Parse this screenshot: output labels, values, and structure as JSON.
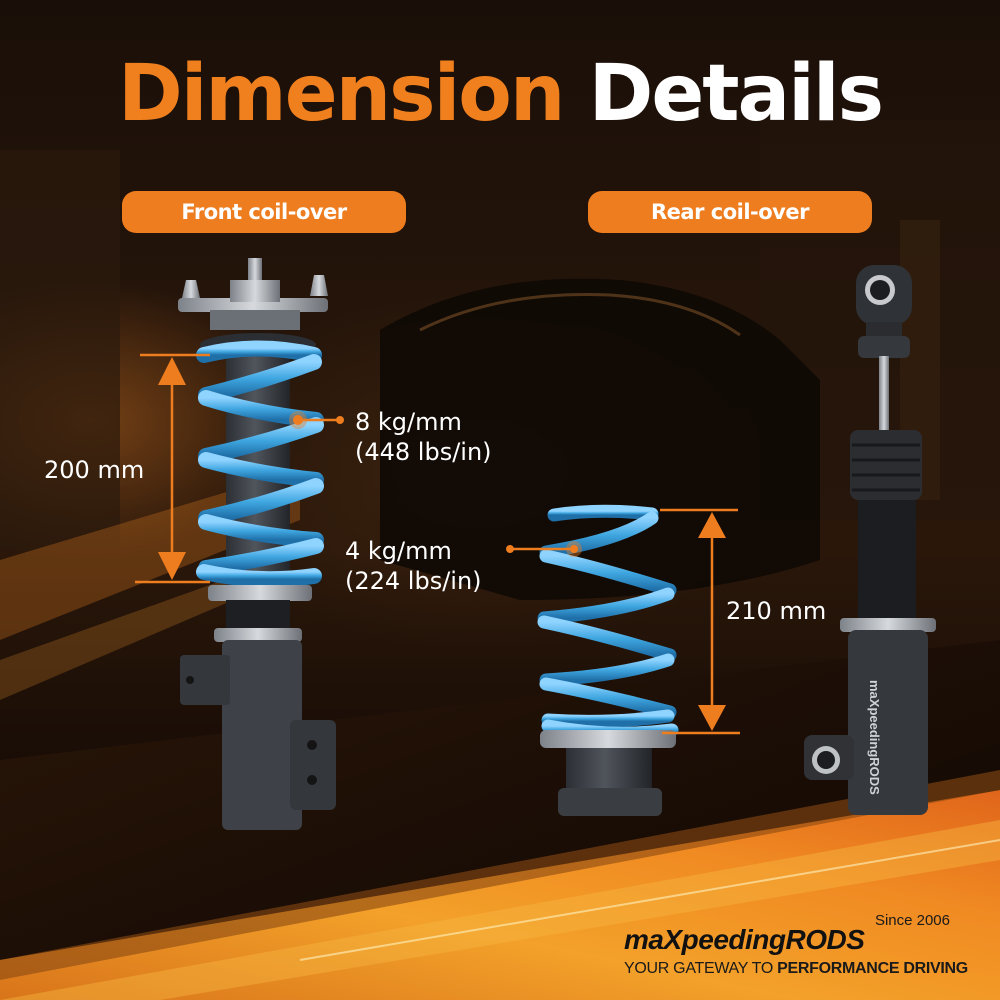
{
  "title": {
    "part1": "Dimension",
    "part2": "Details"
  },
  "sections": {
    "front": {
      "label": "Front coil-over",
      "height": "200 mm",
      "spring_rate_kg": "8 kg/mm",
      "spring_rate_lbs": "(448 lbs/in)"
    },
    "rear": {
      "label": "Rear coil-over",
      "height": "210 mm",
      "spring_rate_kg": "4 kg/mm",
      "spring_rate_lbs": "(224 lbs/in)"
    }
  },
  "branding": {
    "since": "Since 2006",
    "brand": "maXpeedingRODS",
    "tagline_light": "YOUR GATEWAY TO ",
    "tagline_bold": "PERFORMANCE DRIVING"
  },
  "colors": {
    "accent_orange": "#ee7d1f",
    "spring_blue": "#3fa6e0",
    "background_dark": "#1a0f08",
    "text_white": "#ffffff"
  }
}
